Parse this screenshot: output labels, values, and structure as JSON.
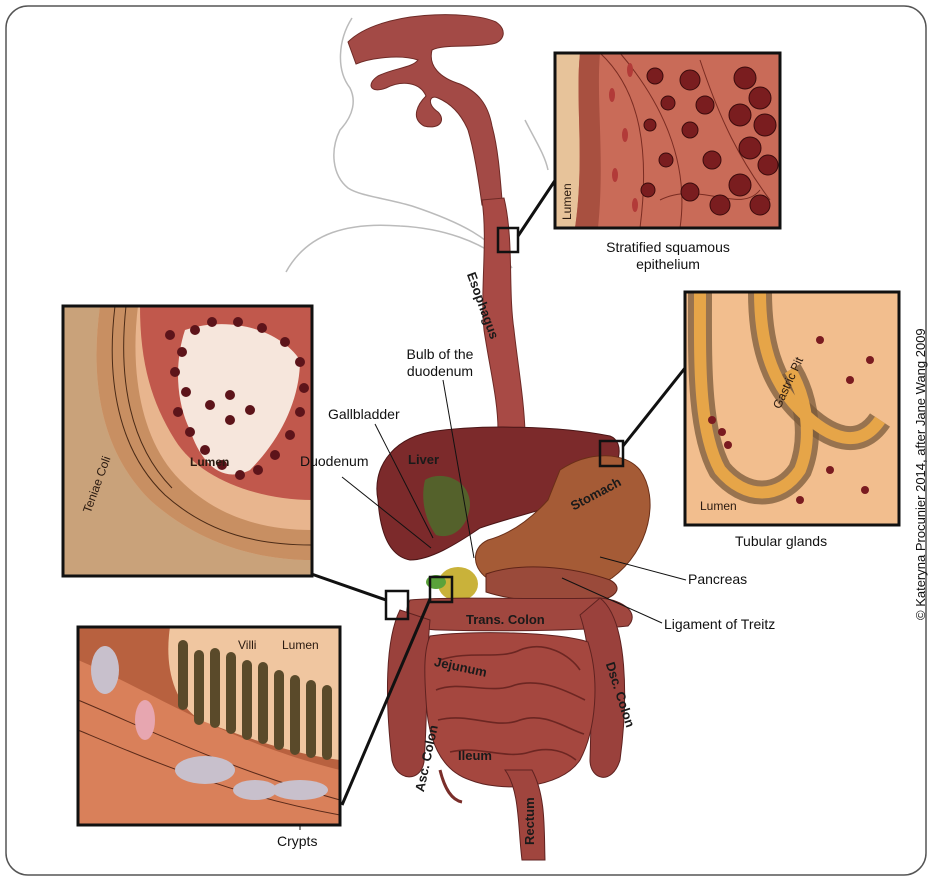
{
  "labels": {
    "stratified": [
      "Stratified squamous",
      "epithelium"
    ],
    "bulb": [
      "Bulb of the",
      "duodenum"
    ],
    "gallbladder": "Gallbladder",
    "duodenum": "Duodenum",
    "tubular": "Tubular glands",
    "pancreas": "Pancreas",
    "treitz": "Ligament of Treitz",
    "crypts": "Crypts"
  },
  "organ_labels": {
    "esophagus": "Esophagus",
    "liver": "Liver",
    "stomach": "Stomach",
    "trans_colon": "Trans. Colon",
    "jejunum": "Jejunum",
    "asc_colon": "Asc. Colon",
    "ileum": "Ileum",
    "rectum": "Rectum",
    "dsc_colon": "Dsc. Colon"
  },
  "inset_labels": {
    "esophagus_lumen": "Lumen",
    "colon_lumen": "Lumen",
    "teniae_coli": "Teniae Coli",
    "stomach_lumen": "Lumen",
    "gastric_pit": "Gastric Pit",
    "villi": "Villi",
    "intestine_lumen": "Lumen"
  },
  "credit": "© Kateryna Procunier 2014, after Jane Wang 2009"
}
